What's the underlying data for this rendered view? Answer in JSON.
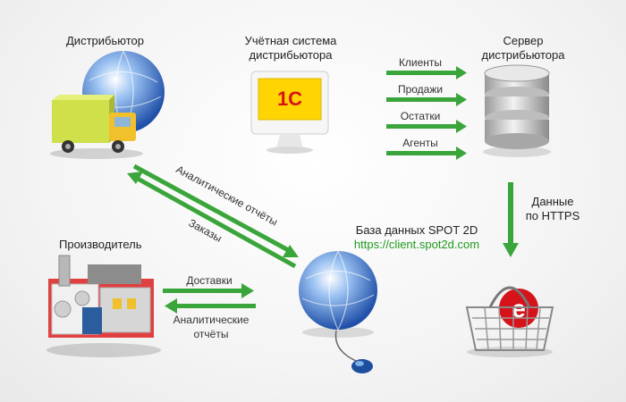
{
  "nodes": {
    "distributor": "Дистрибьютор",
    "accounting": [
      "Учётная система",
      "дистрибьютора"
    ],
    "server": [
      "Сервер",
      "дистрибьютора"
    ],
    "manufacturer": "Производитель",
    "spot": {
      "title": "База данных SPOT 2D",
      "url": "https://client.spot2d.com"
    },
    "accounting_logo": "1С"
  },
  "sync_items": [
    "Клиенты",
    "Продажи",
    "Остатки",
    "Агенты"
  ],
  "https_label": [
    "Данные",
    "по HTTPS"
  ],
  "diagonal": {
    "reports": "Аналитические отчёты",
    "orders": "Заказы"
  },
  "manufacturer_links": {
    "deliveries": "Доставки",
    "reports": [
      "Аналитические",
      "отчёты"
    ]
  },
  "colors": {
    "arrow": "#3aa53a",
    "arrow_dark": "#2b8a2b",
    "logo_bg": "#ffd400",
    "logo_text": "#d6121b",
    "globe": "#2f6fc8"
  }
}
